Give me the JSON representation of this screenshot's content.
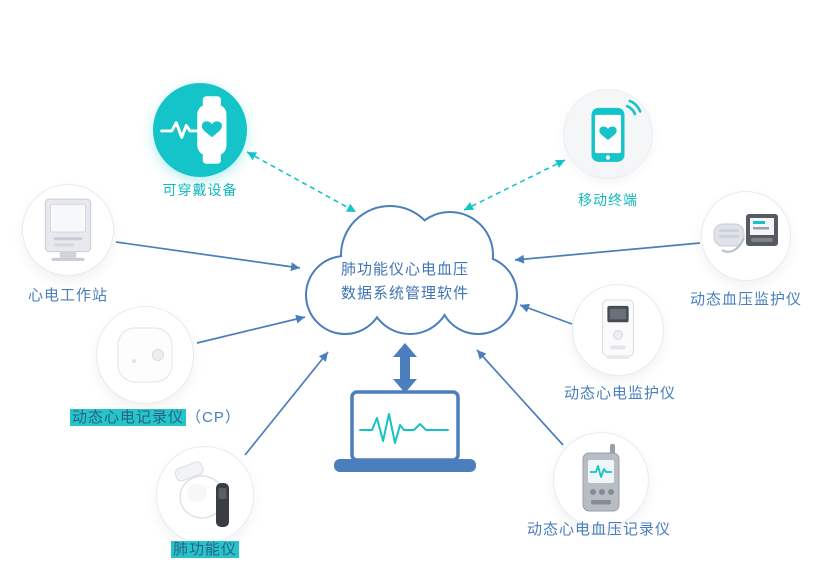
{
  "colors": {
    "teal": "#14c4c8",
    "blue": "#4a7ebc"
  },
  "cloud": {
    "line1": "肺功能仪心电血压",
    "line2": "数据系统管理软件"
  },
  "nodes": {
    "wearable": {
      "label": "可穿戴设备",
      "icon": "smartwatch-icon"
    },
    "mobile": {
      "label": "移动终端",
      "icon": "smartphone-icon"
    },
    "workstation": {
      "label": "心电工作站",
      "icon": "ecg-workstation-image"
    },
    "cp_recorder": {
      "label_highlight": "动态心电记录仪",
      "label_suffix": "（CP）",
      "icon": "cp-recorder-image"
    },
    "spirometer": {
      "label": "肺功能仪",
      "icon": "spirometer-image"
    },
    "abp_monitor": {
      "label": "动态血压监护仪",
      "icon": "abp-monitor-image"
    },
    "holter_monitor": {
      "label": "动态心电监护仪",
      "icon": "holter-monitor-image"
    },
    "ecg_bp_recorder": {
      "label": "动态心电血压记录仪",
      "icon": "ecg-bp-recorder-image"
    }
  }
}
